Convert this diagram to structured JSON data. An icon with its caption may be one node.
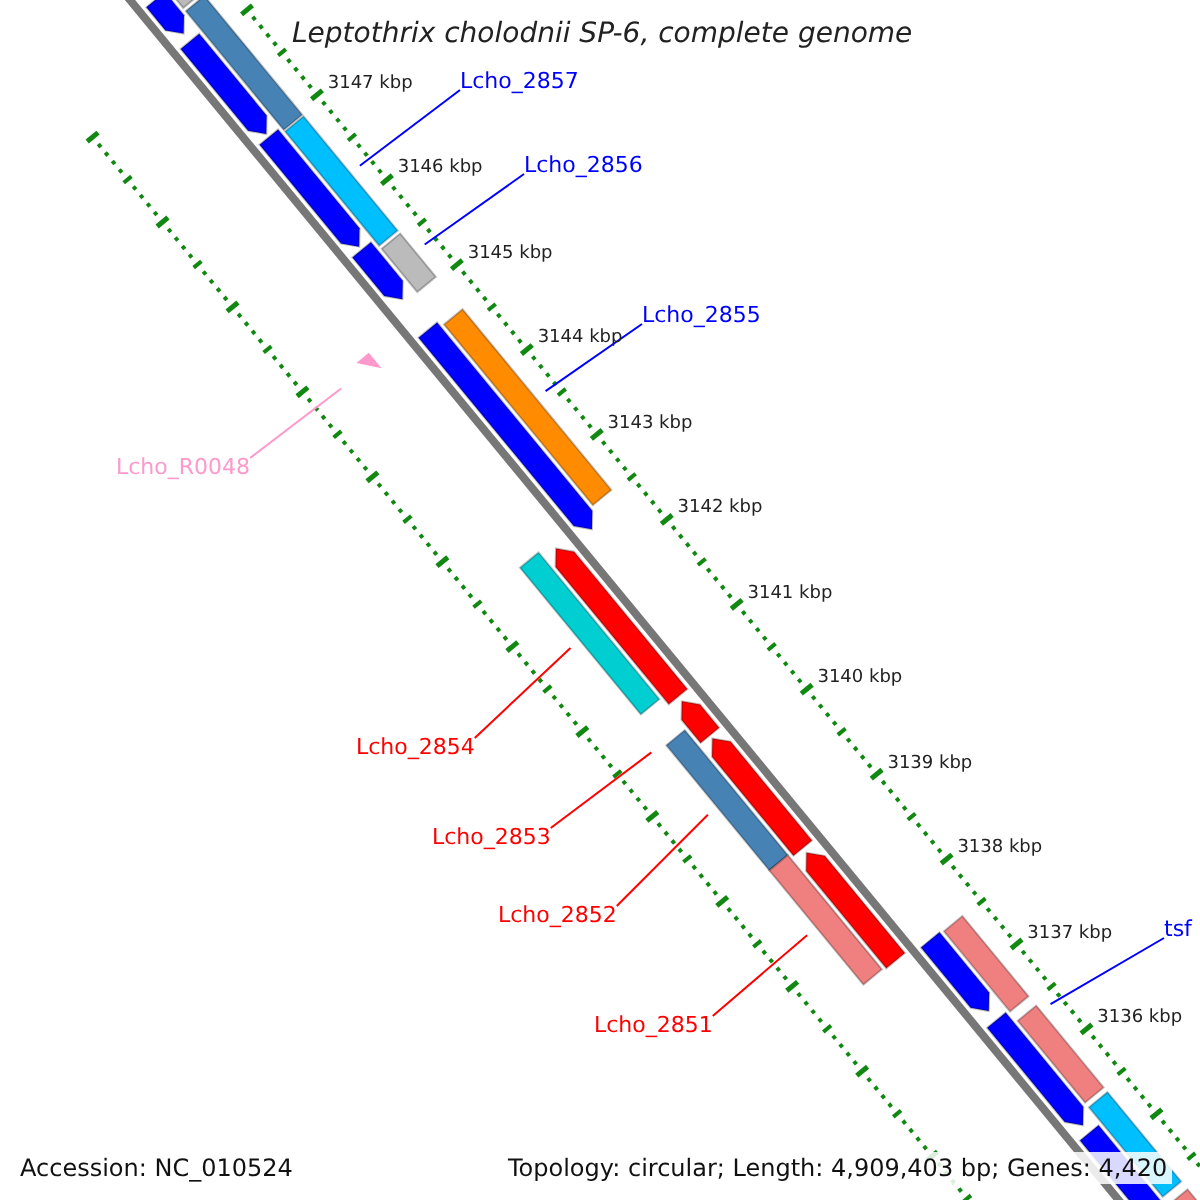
{
  "diagram": {
    "title": "Leptothrix cholodnii SP-6, complete genome",
    "nodes": [
      {
        "text": [
          "Lcho_2857"
        ]
      },
      {
        "text": [
          "Lcho_2856"
        ]
      },
      {
        "text": [
          "Lcho_2855"
        ]
      },
      {
        "text": [
          "Lcho_R0048"
        ]
      },
      {
        "text": [
          "Lcho_2854"
        ]
      },
      {
        "text": [
          "Lcho_2853"
        ]
      },
      {
        "text": [
          "Lcho_2852"
        ]
      },
      {
        "text": [
          "Lcho_2851"
        ]
      },
      {
        "text": [
          "tsf"
        ]
      }
    ],
    "edges": [
      {
        "from": 0,
        "to": null,
        "arrow": "none",
        "color": "#0000ff"
      },
      {
        "from": 1,
        "to": null,
        "arrow": "none",
        "color": "#0000ff"
      },
      {
        "from": 2,
        "to": null,
        "arrow": "none",
        "color": "#0000ff"
      },
      {
        "from": 3,
        "to": null,
        "arrow": "none",
        "color": "#ff99cc"
      },
      {
        "from": 4,
        "to": null,
        "arrow": "none",
        "color": "#ff0000"
      },
      {
        "from": 5,
        "to": null,
        "arrow": "none",
        "color": "#ff0000"
      },
      {
        "from": 6,
        "to": null,
        "arrow": "none",
        "color": "#ff0000"
      },
      {
        "from": 7,
        "to": null,
        "arrow": "none",
        "color": "#ff0000"
      },
      {
        "from": 8,
        "to": null,
        "arrow": "none",
        "color": "#0000ff"
      }
    ],
    "labels": [
      "3147 kbp",
      "3146 kbp",
      "3145 kbp",
      "3144 kbp",
      "3143 kbp",
      "3142 kbp",
      "3141 kbp",
      "3140 kbp",
      "3139 kbp",
      "3138 kbp",
      "3137 kbp",
      "3136 kbp",
      "Accession: NC_010524",
      "Topology: circular; Length: 4,909,403 bp; Genes: 4,420"
    ]
  }
}
